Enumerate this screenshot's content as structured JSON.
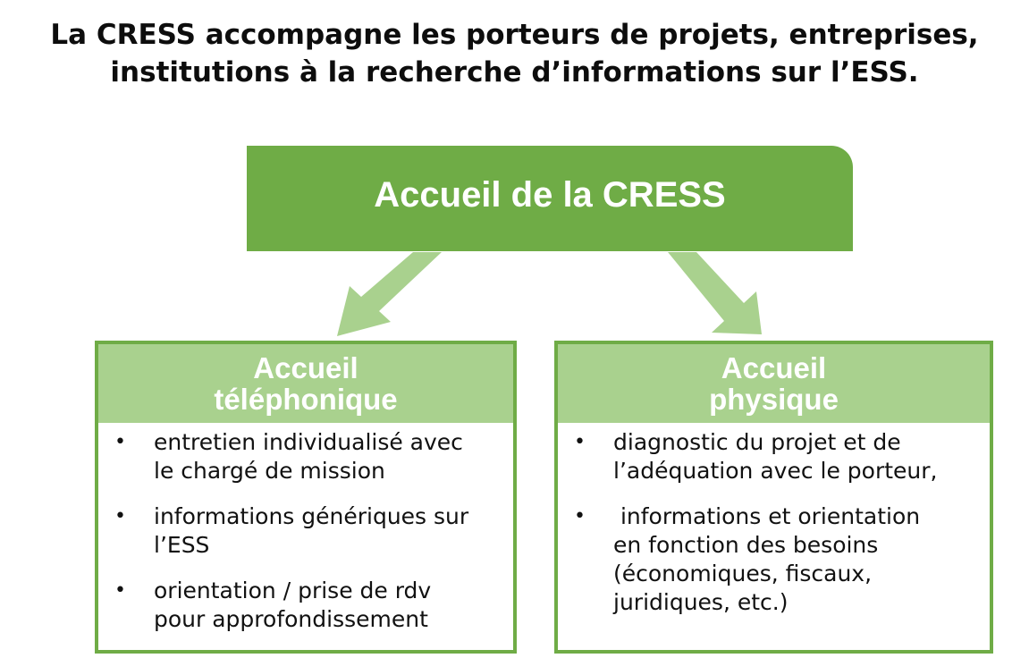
{
  "headline": {
    "line1": "La CRESS accompagne les porteurs de projets, entreprises,",
    "line2": "institutions à la recherche d’informations sur l’ESS."
  },
  "top_box": {
    "label": "Accueil de la CRESS"
  },
  "left_card": {
    "title_line1": "Accueil",
    "title_line2": "téléphonique",
    "items": [
      {
        "bullet": "•",
        "line1": "entretien individualisé avec",
        "line2": "le chargé de mission"
      },
      {
        "bullet": "•",
        "line1": "informations génériques sur",
        "line2": "l’ESS"
      },
      {
        "bullet": "•",
        "line1": "orientation / prise de rdv",
        "line2": "pour approfondissement"
      }
    ]
  },
  "right_card": {
    "title_line1": "Accueil",
    "title_line2": "physique",
    "items": [
      {
        "bullet": "•",
        "lines": [
          "diagnostic du projet et de",
          "l’adéquation avec le porteur,"
        ]
      },
      {
        "bullet": "•",
        "lines": [
          " informations et orientation",
          "en fonction des besoins",
          "(économiques, fiscaux,",
          "juridiques, etc.)"
        ]
      }
    ]
  },
  "colors": {
    "dark_green": "#6fac46",
    "light_green": "#a9d18e",
    "text": "#111111"
  }
}
